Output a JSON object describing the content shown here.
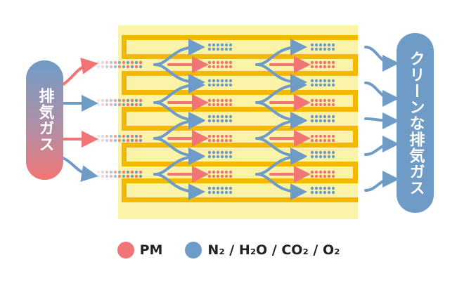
{
  "inlet_label": "排気ガス",
  "outlet_label": "クリーンな排気ガス",
  "legend": [
    {
      "label": "PM",
      "color": "#f27575"
    },
    {
      "label": "N₂ / H₂O / CO₂ / O₂",
      "color": "#6f9cc6"
    }
  ],
  "colors": {
    "filter_body": "#fbf3a8",
    "channel_wall": "#f5b800",
    "pm": "#f27575",
    "gas": "#6f9cc6"
  }
}
